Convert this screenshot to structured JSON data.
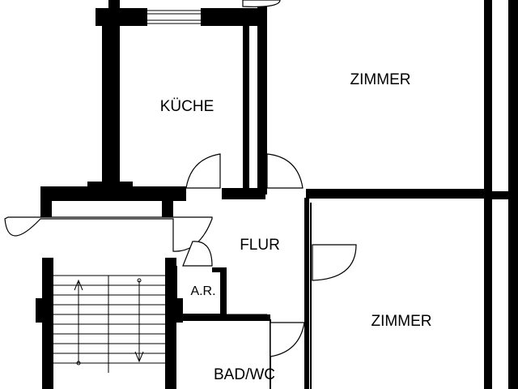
{
  "rooms": {
    "kitchen": "KÜCHE",
    "room_top": "ZIMMER",
    "room_bottom": "ZIMMER",
    "hall": "FLUR",
    "storage": "A.R.",
    "bath": "BAD/WC"
  },
  "colors": {
    "wall": "#000000",
    "background": "#ffffff"
  }
}
